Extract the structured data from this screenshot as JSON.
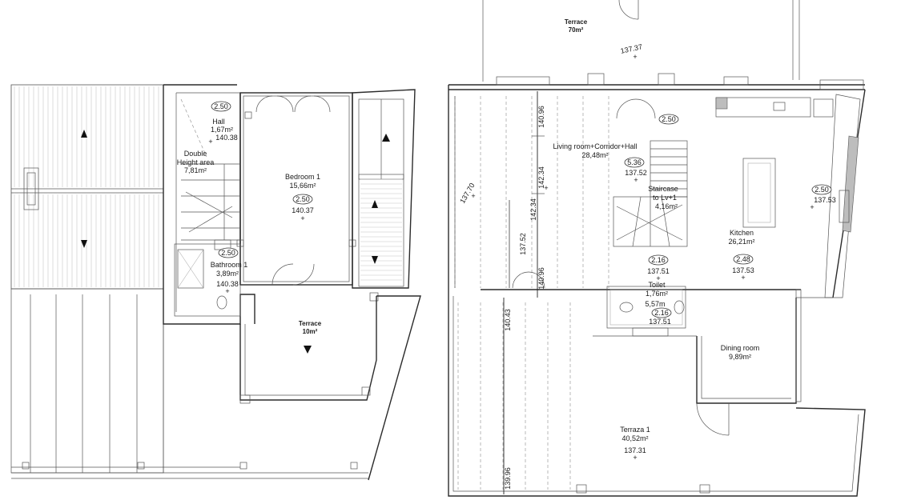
{
  "rooms": {
    "hall": {
      "name": "Hall",
      "area": "1,67m²",
      "elev": "140.38",
      "ceiling": "2.50"
    },
    "double_height": {
      "name1": "Double",
      "name2": "Height area",
      "area": "7,81m²"
    },
    "bedroom1": {
      "name": "Bedroom 1",
      "area": "15,66m²",
      "elev": "140.37",
      "ceiling": "2.50"
    },
    "bathroom1": {
      "name": "Bathroom 1",
      "area": "3,89m²",
      "elev": "140.38",
      "ceiling": "2.50"
    },
    "terrace_small": {
      "name": "Terrace",
      "area": "10m²"
    },
    "terrace_top": {
      "name": "Terrace",
      "area": "70m²",
      "elev": "137.37"
    },
    "living": {
      "name": "Living room+Corridor+Hall",
      "area": "28,48m²",
      "ceiling": "2.50"
    },
    "staircase": {
      "name1": "Staircase",
      "name2": "to Lv+1",
      "area": "4,16m²",
      "elev": "137.52",
      "ceiling": "5.36"
    },
    "kitchen": {
      "name": "Kitchen",
      "area": "26,21m²",
      "elev": "137.53",
      "ceiling": "2.48",
      "ceiling2": "2.50",
      "elev2": "137.53"
    },
    "toilet": {
      "name": "Toilet",
      "area": "1,76m²",
      "area2": "5,57m",
      "elev": "137.51",
      "ceiling": "2.16",
      "ceiling_out": "2.16",
      "elev_out": "137.51"
    },
    "dining": {
      "name": "Dining room",
      "area": "9,89m²"
    },
    "terraza1": {
      "name": "Terraza 1",
      "area": "40,52m²",
      "elev": "137.31"
    }
  },
  "levels": {
    "l1": "140.96",
    "l2": "142.34",
    "l3": "142.34",
    "l4": "137.70",
    "l5": "137.52",
    "l6": "140.96",
    "l7": "140.43",
    "l8": "139.96"
  }
}
